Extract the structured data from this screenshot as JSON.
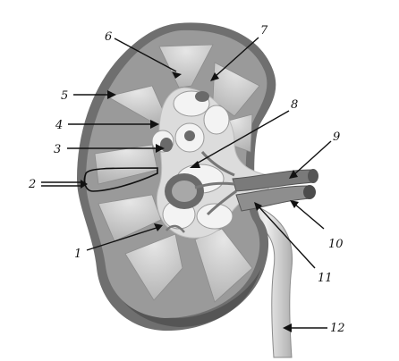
{
  "figure": {
    "labels": [
      {
        "id": "label-1",
        "text": "1"
      },
      {
        "id": "label-2",
        "text": "2"
      },
      {
        "id": "label-3",
        "text": "3"
      },
      {
        "id": "label-4",
        "text": "4"
      },
      {
        "id": "label-5",
        "text": "5"
      },
      {
        "id": "label-6",
        "text": "6"
      },
      {
        "id": "label-7",
        "text": "7"
      },
      {
        "id": "label-8",
        "text": "8"
      },
      {
        "id": "label-9",
        "text": "9"
      },
      {
        "id": "label-10",
        "text": "10"
      },
      {
        "id": "label-11",
        "text": "11"
      },
      {
        "id": "label-12",
        "text": "12"
      }
    ],
    "colors": {
      "capsule": "#6f6f6f",
      "cortex": "#9a9a9a",
      "pyramid": "#c8c8c8",
      "sinus": "#dcdcdc",
      "calyx": "#f2f2f2",
      "vessel": "#7a7a7a",
      "ureter": "#d6d6d6"
    }
  }
}
